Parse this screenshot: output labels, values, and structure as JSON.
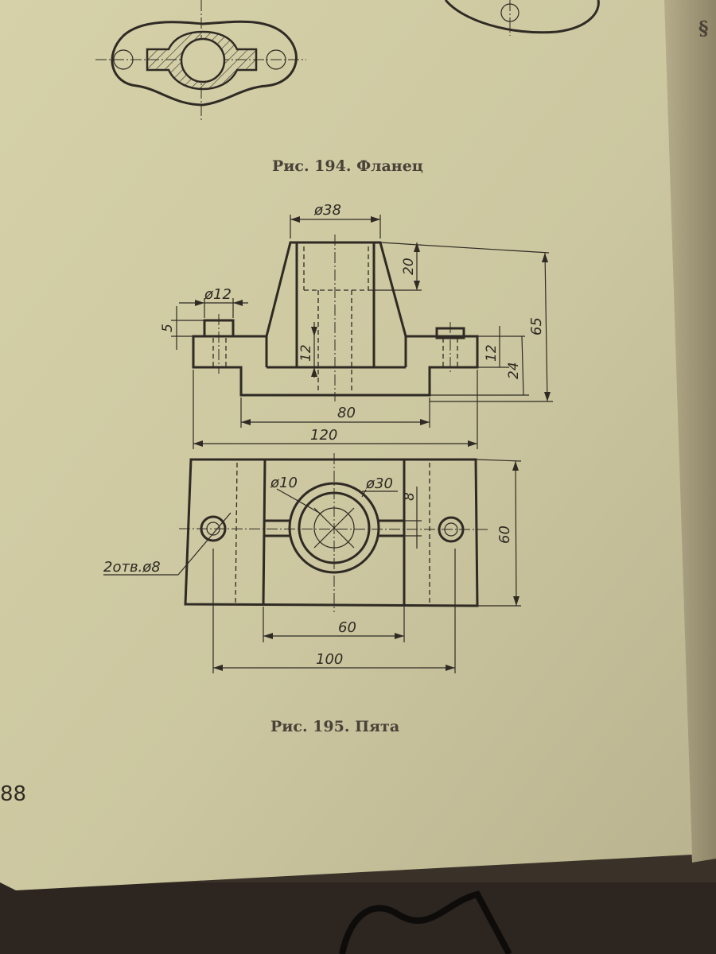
{
  "page": {
    "header_mark": "§",
    "page_number": "88"
  },
  "figure_194": {
    "caption": "Рис. 194. Фланец"
  },
  "figure_195": {
    "caption": "Рис. 195. Пята",
    "front_view": {
      "dims": {
        "top_diameter": "ø38",
        "boss_diameter": "ø12",
        "boss_height": "5",
        "counterbore_depth": "20",
        "total_height": "65",
        "inner_step": "12",
        "right_step": "12",
        "base_height": "24",
        "inner_length": "80",
        "total_length": "120"
      }
    },
    "top_view": {
      "dims": {
        "small_hole": "ø10",
        "ring": "ø30",
        "slot_width": "8",
        "width": "60",
        "holes_note": "2отв.ø8",
        "inner_width": "60",
        "hole_spacing": "100"
      }
    }
  }
}
